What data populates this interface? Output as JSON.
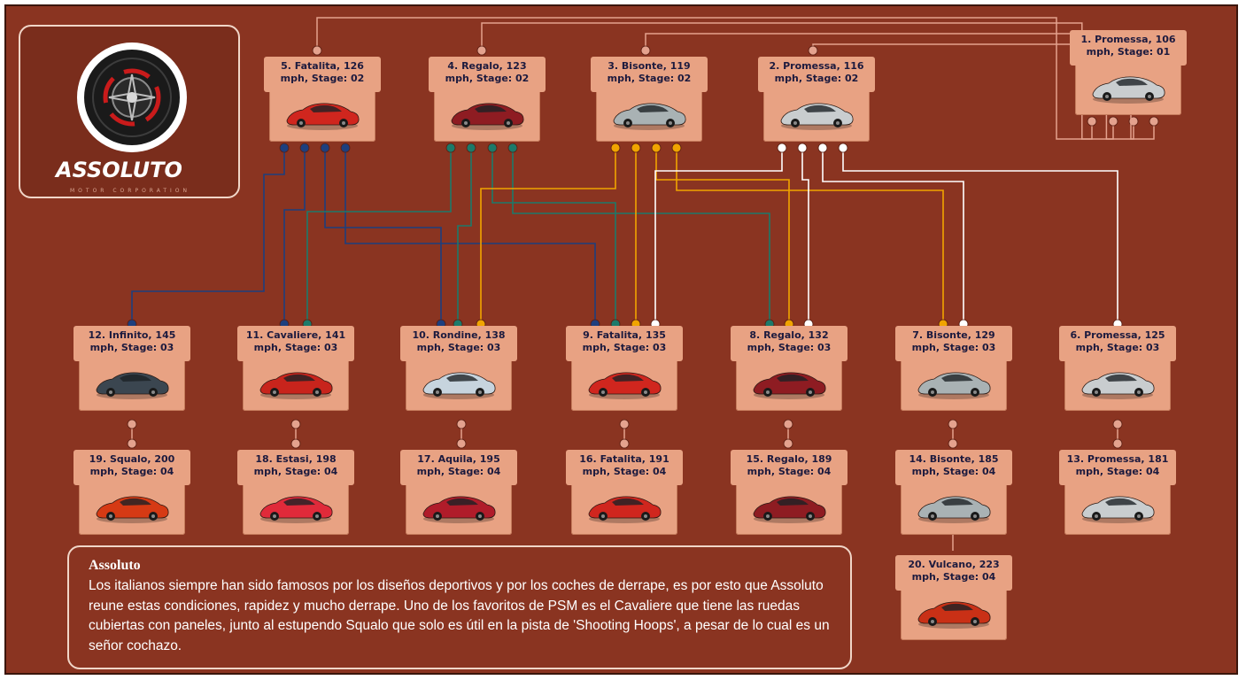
{
  "brand": {
    "name": "ASSOLUTO",
    "tagline": "MOTOR CORPORATION",
    "colors": {
      "background": "#8a3421",
      "card": "#e8a283",
      "wire_pink": "#e4a28e",
      "wire_navy": "#1d3f7e",
      "wire_teal": "#1c7a6a",
      "wire_gold": "#f0a400",
      "wire_white": "#ffffff"
    }
  },
  "cars": [
    {
      "id": 1,
      "label": "1. Promessa, 106\nmph, Stage: 01",
      "color": "#c9cdcf"
    },
    {
      "id": 2,
      "label": "2. Promessa, 116\nmph, Stage: 02",
      "color": "#c9cdcf"
    },
    {
      "id": 3,
      "label": "3. Bisonte, 119\nmph, Stage: 02",
      "color": "#a9b2b4"
    },
    {
      "id": 4,
      "label": "4. Regalo, 123\nmph, Stage: 02",
      "color": "#8e1c22"
    },
    {
      "id": 5,
      "label": "5. Fatalita, 126\nmph, Stage: 02",
      "color": "#d0261e"
    },
    {
      "id": 6,
      "label": "6. Promessa, 125\nmph, Stage: 03",
      "color": "#c9cdcf"
    },
    {
      "id": 7,
      "label": "7. Bisonte, 129\nmph, Stage: 03",
      "color": "#a9b2b4"
    },
    {
      "id": 8,
      "label": "8. Regalo, 132\nmph, Stage: 03",
      "color": "#8e1c22"
    },
    {
      "id": 9,
      "label": "9. Fatalita, 135\nmph, Stage: 03",
      "color": "#d0261e"
    },
    {
      "id": 10,
      "label": "10. Rondine, 138\nmph, Stage: 03",
      "color": "#c7d4de"
    },
    {
      "id": 11,
      "label": "11. Cavaliere, 141\nmph, Stage: 03",
      "color": "#c8241c"
    },
    {
      "id": 12,
      "label": "12. Infinito, 145\nmph, Stage: 03",
      "color": "#3b4650"
    },
    {
      "id": 13,
      "label": "13. Promessa, 181\nmph, Stage: 04",
      "color": "#c9cdcf"
    },
    {
      "id": 14,
      "label": "14. Bisonte, 185\nmph, Stage: 04",
      "color": "#a9b2b4"
    },
    {
      "id": 15,
      "label": "15. Regalo, 189\nmph, Stage: 04",
      "color": "#8e1c22"
    },
    {
      "id": 16,
      "label": "16. Fatalita, 191\nmph, Stage: 04",
      "color": "#d0261e"
    },
    {
      "id": 17,
      "label": "17. Aquila, 195\nmph, Stage: 04",
      "color": "#b01c2a"
    },
    {
      "id": 18,
      "label": "18. Estasi, 198\nmph, Stage: 04",
      "color": "#e02a3a"
    },
    {
      "id": 19,
      "label": "19. Squalo, 200\nmph, Stage: 04",
      "color": "#d63a14"
    },
    {
      "id": 20,
      "label": "20. Vulcano, 223\nmph, Stage: 04",
      "color": "#c93016"
    }
  ],
  "description": {
    "title": "Assoluto",
    "body": "Los italianos siempre han sido famosos por los diseños deportivos y por los coches de derrape, es por esto que Assoluto reune estas condiciones, rapidez y mucho derrape. Uno de los favoritos de PSM es el Cavaliere que tiene las ruedas cubiertas con paneles, junto al estupendo Squalo que solo es útil en la pista de 'Shooting Hoops', a pesar de lo cual es un señor cochazo."
  }
}
